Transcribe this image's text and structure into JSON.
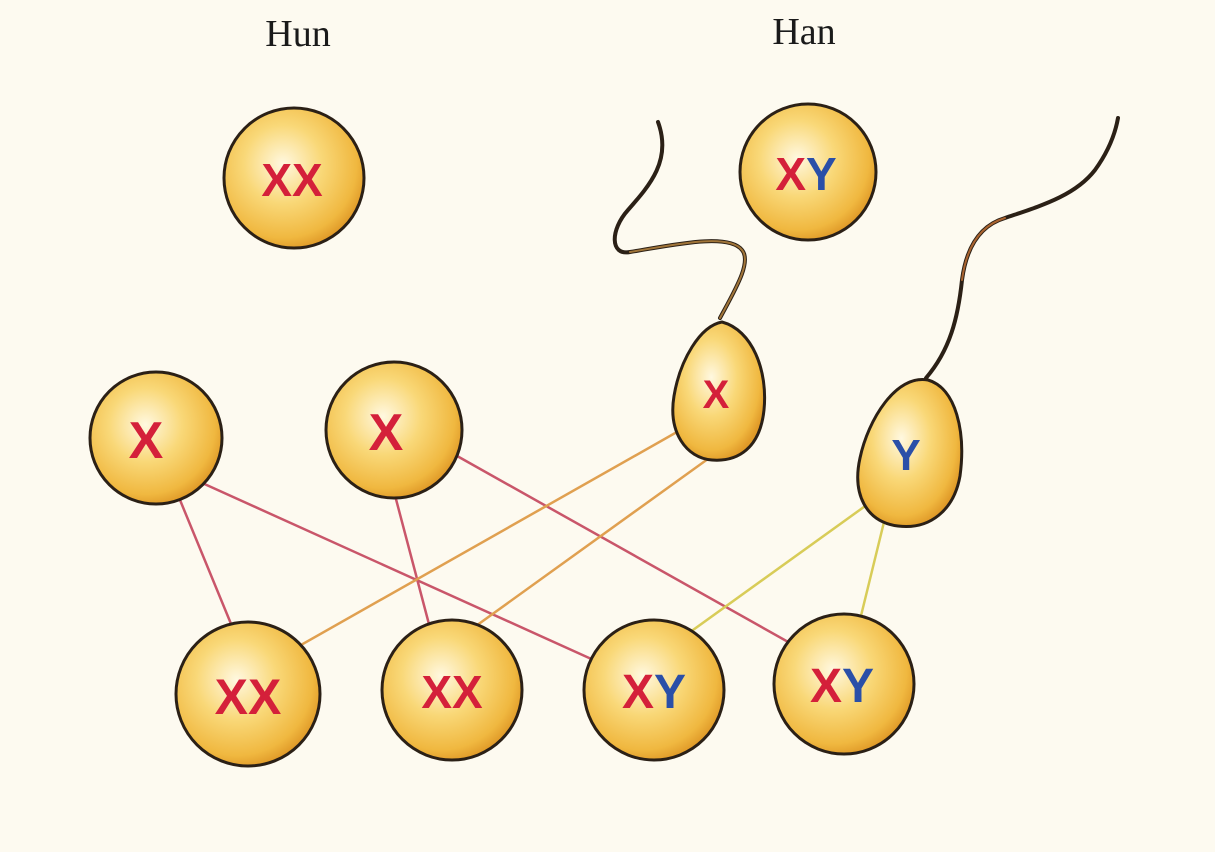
{
  "labels": {
    "female": "Hun",
    "male": "Han"
  },
  "cells": {
    "mother": "XX",
    "father": "XY",
    "egg_1": "X",
    "egg_2": "X",
    "sperm_1": "X",
    "sperm_2": "Y",
    "child_1": "XX",
    "child_2": "XX",
    "child_3": "XY",
    "child_4": "XY"
  },
  "colors": {
    "x_chromosome": "#d4203a",
    "y_chromosome": "#2a4fa8",
    "cell_fill": "#f5c44e",
    "cell_outline": "#2b2016",
    "background": "#fdfaf0",
    "line_from_egg": "#c9566a",
    "line_from_sperm_x": "#e0a050",
    "line_from_sperm_y": "#d8cc58"
  }
}
